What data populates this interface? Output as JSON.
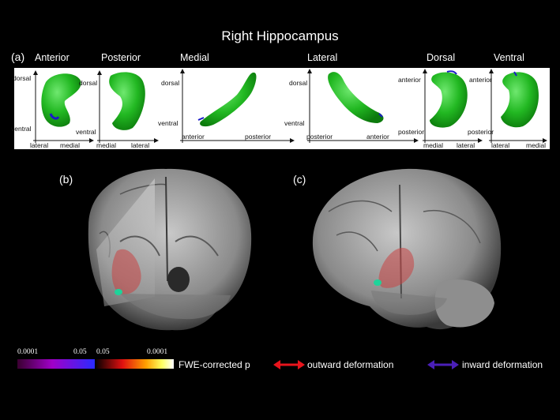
{
  "figure": {
    "title": "Right Hippocampus",
    "panel_a": "(a)",
    "panel_b": "(b)",
    "panel_c": "(c)"
  },
  "views": [
    {
      "name": "Anterior",
      "y_top": "dorsal",
      "y_bottom": "ventral",
      "x_left": "lateral",
      "x_right": "medial"
    },
    {
      "name": "Posterior",
      "y_top": "dorsal",
      "y_bottom": "ventral",
      "x_left": "medial",
      "x_right": "lateral"
    },
    {
      "name": "Medial",
      "y_top": "dorsal",
      "y_bottom": "ventral",
      "x_left": "anterior",
      "x_right": "posterior"
    },
    {
      "name": "Lateral",
      "y_top": "dorsal",
      "y_bottom": "ventral",
      "x_left": "posterior",
      "x_right": "anterior"
    },
    {
      "name": "Dorsal",
      "y_top": "anterior",
      "y_bottom": "posterior",
      "x_left": "medial",
      "x_right": "lateral"
    },
    {
      "name": "Ventral",
      "y_top": "anterior",
      "y_bottom": "posterior",
      "x_left": "lateral",
      "x_right": "medial"
    }
  ],
  "legend": {
    "cb_inward_min": "0.0001",
    "cb_inward_max": "0.05",
    "cb_outward_min": "0.05",
    "cb_outward_max": "0.0001",
    "cb_label": "FWE-corrected p",
    "outward_label": "outward deformation",
    "inward_label": "inward deformation",
    "outward_color": "#e8141c",
    "inward_color": "#4a1fb8"
  }
}
